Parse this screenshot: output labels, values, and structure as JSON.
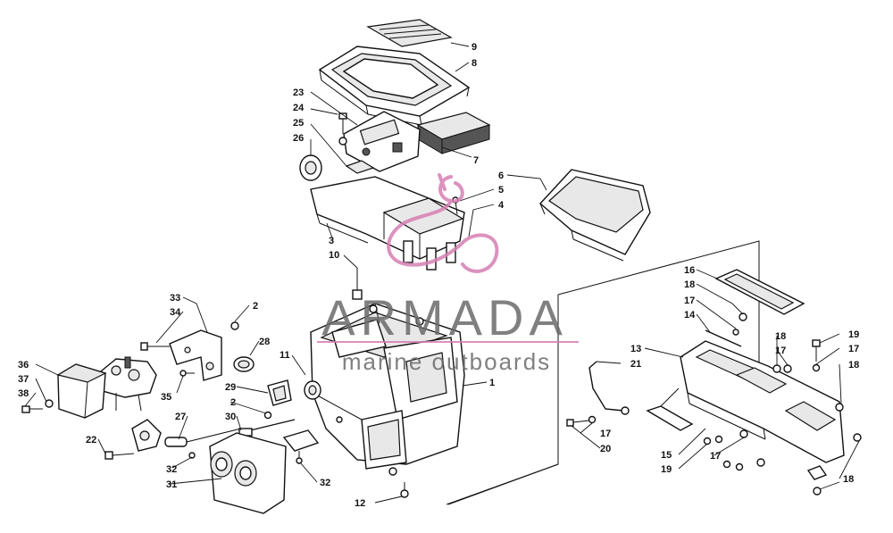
{
  "watermark": {
    "brand": "ARMADA",
    "tagline": "marine outboards",
    "accent_color": "#d77fb3",
    "text_color": "#6b6b6b"
  },
  "callouts": [
    {
      "id": "c9",
      "text": "9"
    },
    {
      "id": "c8",
      "text": "8"
    },
    {
      "id": "c23",
      "text": "23"
    },
    {
      "id": "c24",
      "text": "24"
    },
    {
      "id": "c25",
      "text": "25"
    },
    {
      "id": "c26",
      "text": "26"
    },
    {
      "id": "c7",
      "text": "7"
    },
    {
      "id": "c6",
      "text": "6"
    },
    {
      "id": "c5",
      "text": "5"
    },
    {
      "id": "c4",
      "text": "4"
    },
    {
      "id": "c3",
      "text": "3"
    },
    {
      "id": "c10",
      "text": "10"
    },
    {
      "id": "c33",
      "text": "33"
    },
    {
      "id": "c34",
      "text": "34"
    },
    {
      "id": "c2a",
      "text": "2"
    },
    {
      "id": "c28",
      "text": "28"
    },
    {
      "id": "c11",
      "text": "11"
    },
    {
      "id": "c1",
      "text": "1"
    },
    {
      "id": "c36",
      "text": "36"
    },
    {
      "id": "c37",
      "text": "37"
    },
    {
      "id": "c38",
      "text": "38"
    },
    {
      "id": "c35",
      "text": "35"
    },
    {
      "id": "c29",
      "text": "29"
    },
    {
      "id": "c2b",
      "text": "2"
    },
    {
      "id": "c30",
      "text": "30"
    },
    {
      "id": "c27",
      "text": "27"
    },
    {
      "id": "c22",
      "text": "22"
    },
    {
      "id": "c32a",
      "text": "32"
    },
    {
      "id": "c31",
      "text": "31"
    },
    {
      "id": "c32b",
      "text": "32"
    },
    {
      "id": "c12",
      "text": "12"
    },
    {
      "id": "c16",
      "text": "16"
    },
    {
      "id": "c18a",
      "text": "18"
    },
    {
      "id": "c17a",
      "text": "17"
    },
    {
      "id": "c14",
      "text": "14"
    },
    {
      "id": "c13",
      "text": "13"
    },
    {
      "id": "c21",
      "text": "21"
    },
    {
      "id": "c18b",
      "text": "18"
    },
    {
      "id": "c17b",
      "text": "17"
    },
    {
      "id": "c19a",
      "text": "19"
    },
    {
      "id": "c17c",
      "text": "17"
    },
    {
      "id": "c18c",
      "text": "18"
    },
    {
      "id": "c17d",
      "text": "17"
    },
    {
      "id": "c20",
      "text": "20"
    },
    {
      "id": "c15",
      "text": "15"
    },
    {
      "id": "c19b",
      "text": "19"
    },
    {
      "id": "c17e",
      "text": "17"
    },
    {
      "id": "c18d",
      "text": "18"
    }
  ]
}
